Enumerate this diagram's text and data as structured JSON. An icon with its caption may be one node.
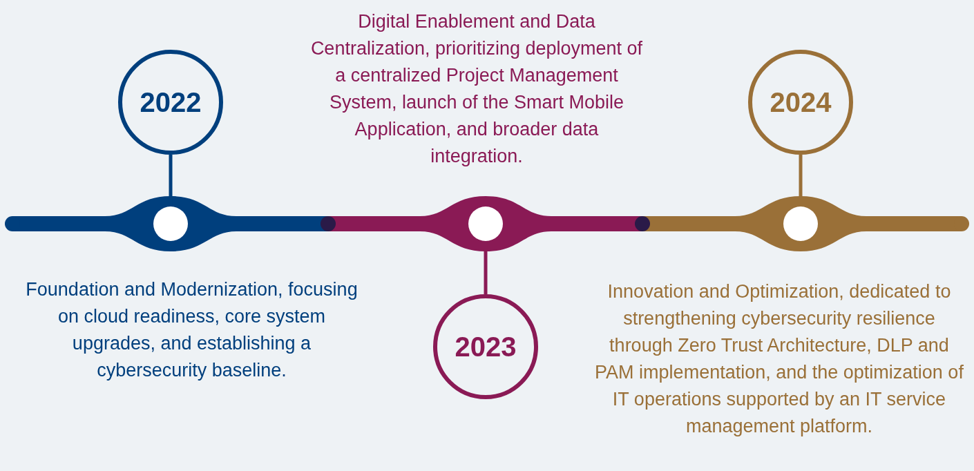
{
  "diagram": {
    "nodes": [
      {
        "text": [
          "2022"
        ]
      },
      {
        "text": [],
        "shape": "circle"
      },
      {
        "text": [],
        "shape": "circle"
      },
      {
        "text": [
          "2023"
        ]
      },
      {
        "text": [
          "2024"
        ]
      },
      {
        "text": [],
        "shape": "circle"
      }
    ],
    "edges": [
      {
        "from": 0,
        "to": 1,
        "arrow": "none",
        "color": "#003f7d"
      },
      {
        "from": 2,
        "to": 3,
        "arrow": "none",
        "color": "#8a1a55"
      },
      {
        "from": 4,
        "to": 5,
        "arrow": "none",
        "color": "#9a7038"
      }
    ],
    "labels": [
      "Digital Enablement and Data Centralization, prioritizing deployment of a centralized Project Management System, launch of the Smart Mobile Application, and broader data integration.",
      "Foundation and Modernization, focusing on cloud readiness, core system upgrades, and establishing a cybersecurity baseline.",
      "Innovation and Optimization, dedicated to strengthening cybersecurity resilience through Zero Trust Architecture, DLP and PAM implementation, and the optimization of IT operations supported by an IT service management platform."
    ]
  }
}
